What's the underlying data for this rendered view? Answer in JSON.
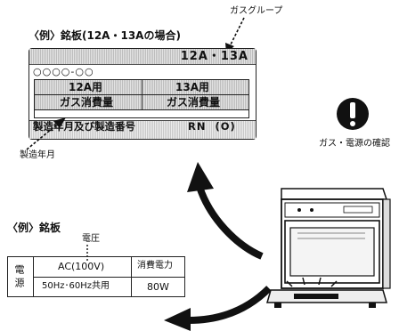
{
  "gas_label": {
    "title": "〈例〉銘板(12A・13Aの場合)",
    "callout_gas_group": "ガスグループ",
    "group_value": "12A・13A",
    "model": "○○○○-○○",
    "col1_header": "12A用",
    "col2_header": "13A用",
    "col1_sub": "ガス消費量",
    "col2_sub": "ガス消費量",
    "serial_label": "製造年月及び製造番号",
    "serial_value": "RN  (O)",
    "callout_manufacture_date": "製造年月"
  },
  "warning": {
    "caption": "ガス・電源の確認"
  },
  "electric_label": {
    "title": "〈例〉銘板",
    "callout_voltage": "電圧",
    "side_label": "電源",
    "voltage": "AC(100V)",
    "frequency": "50Hz･60Hz共用",
    "power_label": "消費電力",
    "power_value": "80W"
  }
}
